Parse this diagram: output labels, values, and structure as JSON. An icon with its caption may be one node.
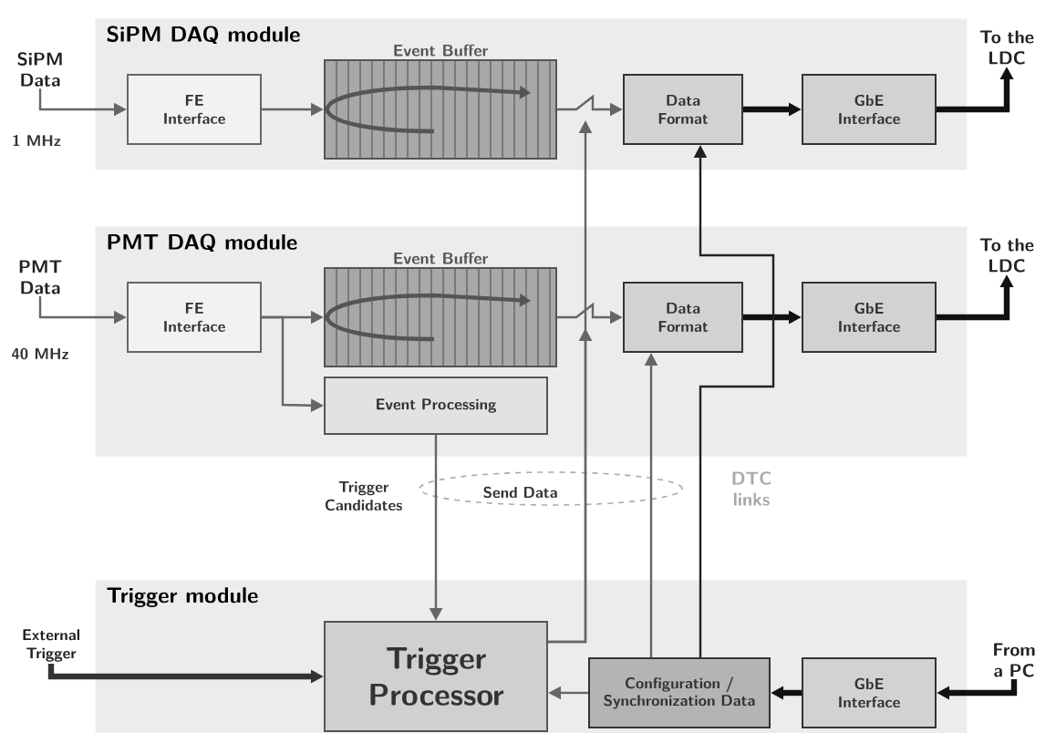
{
  "diagram": {
    "nodes": [
      {
        "text": [
          "SiPM DAQ module"
        ]
      },
      {
        "text": [
          "FE Interface"
        ],
        "in": 0
      },
      {
        "text": [
          "Event Buffer"
        ],
        "in": 0
      },
      {
        "text": [
          "Data Format"
        ],
        "in": 0
      },
      {
        "text": [
          "GbE Interface"
        ],
        "in": 0
      },
      {
        "text": [
          "PMT DAQ module"
        ]
      },
      {
        "text": [
          "FE Interface"
        ],
        "in": 5
      },
      {
        "text": [
          "Event Buffer"
        ],
        "in": 5
      },
      {
        "text": [
          "Data Format"
        ],
        "in": 5
      },
      {
        "text": [
          "GbE Interface"
        ],
        "in": 5
      },
      {
        "text": [
          "Event Processing"
        ],
        "in": 5
      },
      {
        "text": [
          "Trigger module"
        ]
      },
      {
        "text": [
          "Trigger Processor"
        ],
        "in": 11
      },
      {
        "text": [
          "Configuration / Synchronization Data"
        ],
        "in": 11
      },
      {
        "text": [
          "GbE Interface"
        ],
        "in": 11
      },
      {
        "text": [
          "SiPM Data"
        ],
        "beside": [
          "1 MHz"
        ]
      },
      {
        "text": [
          "To the LDC"
        ]
      },
      {
        "text": [
          "PMT Data"
        ],
        "beside": [
          "40 MHz"
        ]
      },
      {
        "text": [
          "To the LDC"
        ]
      },
      {
        "text": [
          "External Trigger"
        ]
      },
      {
        "text": [
          "From a PC"
        ]
      }
    ],
    "edges": [
      {
        "from": 15,
        "to": 1,
        "arrow": "to"
      },
      {
        "from": 1,
        "to": 2,
        "arrow": "to"
      },
      {
        "from": 2,
        "to": 3,
        "arrow": "to"
      },
      {
        "from": 3,
        "to": 4,
        "arrow": "to",
        "style": "thick",
        "color": "#111111"
      },
      {
        "from": 4,
        "to": 16,
        "arrow": "to",
        "style": "thick",
        "color": "#111111"
      },
      {
        "from": 17,
        "to": 6,
        "arrow": "to"
      },
      {
        "from": 6,
        "to": 7,
        "arrow": "to"
      },
      {
        "from": 6,
        "to": 10,
        "arrow": "to"
      },
      {
        "from": 7,
        "to": 8,
        "arrow": "to"
      },
      {
        "from": 8,
        "to": 9,
        "arrow": "to",
        "style": "thick",
        "color": "#111111"
      },
      {
        "from": 9,
        "to": 18,
        "arrow": "to",
        "style": "thick",
        "color": "#111111"
      },
      {
        "from": 10,
        "to": 12,
        "arrow": "to",
        "label": "Trigger Candidates"
      },
      {
        "from": 12,
        "to": null,
        "arrow": "to",
        "label": "Send Data"
      },
      {
        "from": 12,
        "to": null,
        "arrow": "to"
      },
      {
        "from": 13,
        "to": 8,
        "arrow": "to"
      },
      {
        "from": 13,
        "to": 3,
        "arrow": "to",
        "color": "#222222"
      },
      {
        "from": 20,
        "to": 14,
        "arrow": "to",
        "style": "thick",
        "color": "#111111"
      },
      {
        "from": 14,
        "to": 13,
        "arrow": "to",
        "style": "thick",
        "color": "#111111"
      },
      {
        "from": 13,
        "to": 12,
        "arrow": "to"
      },
      {
        "from": 19,
        "to": 12,
        "arrow": "to",
        "style": "thick",
        "color": "#333333"
      }
    ],
    "labels": [
      "DTC links"
    ]
  }
}
